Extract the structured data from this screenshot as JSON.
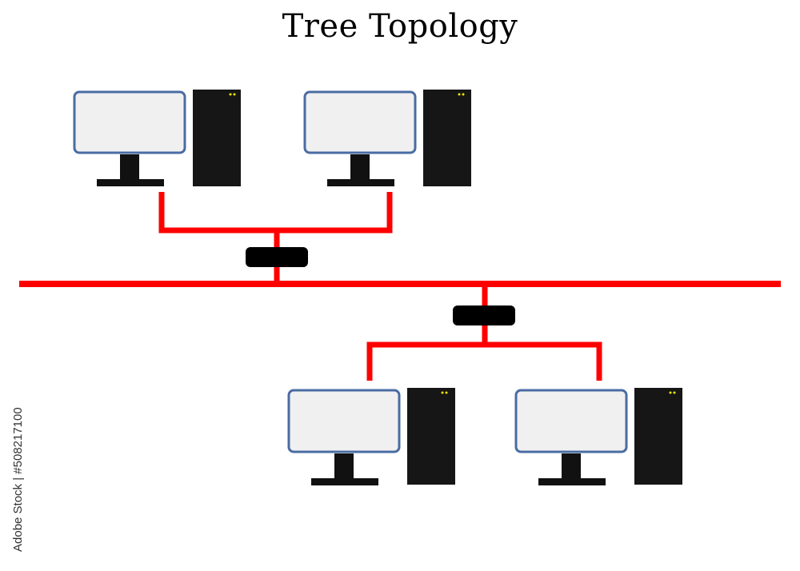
{
  "title": "Tree Topology",
  "watermark_id": "Adobe Stock | #508217100",
  "colors": {
    "cable": "#ff0000",
    "screen": "#f0f0f0",
    "screen_border": "#4a6ca3",
    "stand": "#111111",
    "tower": "#161616",
    "tower_led": "#f5e400",
    "hub": "#000000",
    "background": "#ffffff"
  },
  "nodes": [
    {
      "id": "computer-1",
      "icon": "desktop-computer-icon"
    },
    {
      "id": "computer-2",
      "icon": "desktop-computer-icon"
    },
    {
      "id": "computer-3",
      "icon": "desktop-computer-icon"
    },
    {
      "id": "computer-4",
      "icon": "desktop-computer-icon"
    }
  ],
  "hubs": [
    {
      "id": "hub-1",
      "icon": "network-hub-icon",
      "connects": [
        "computer-1",
        "computer-2"
      ]
    },
    {
      "id": "hub-2",
      "icon": "network-hub-icon",
      "connects": [
        "computer-3",
        "computer-4"
      ]
    }
  ],
  "backbone": {
    "id": "backbone-bus",
    "connects": [
      "hub-1",
      "hub-2"
    ]
  }
}
